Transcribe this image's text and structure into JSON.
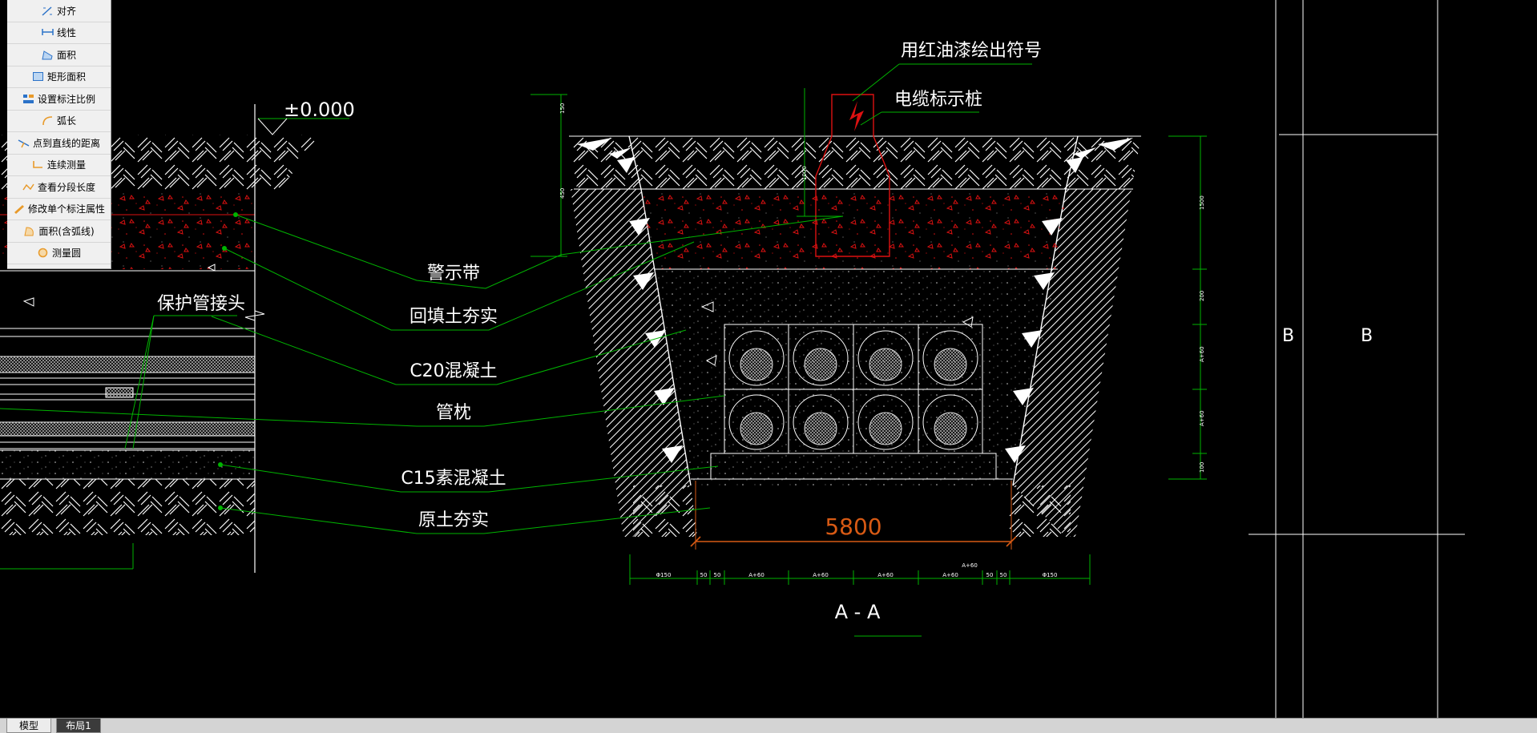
{
  "toolbar": {
    "items": [
      {
        "label": "对齐",
        "icon": "align-dimension-icon"
      },
      {
        "label": "线性",
        "icon": "linear-dimension-icon"
      },
      {
        "label": "面积",
        "icon": "area-icon"
      },
      {
        "label": "矩形面积",
        "icon": "rectangle-area-icon"
      },
      {
        "label": "设置标注比例",
        "icon": "dimension-scale-icon"
      },
      {
        "label": "弧长",
        "icon": "arc-length-icon"
      },
      {
        "label": "点到直线的距离",
        "icon": "point-line-distance-icon"
      },
      {
        "label": "连续测量",
        "icon": "continuous-measure-icon"
      },
      {
        "label": "查看分段长度",
        "icon": "segment-length-icon"
      },
      {
        "label": "修改单个标注属性",
        "icon": "edit-dimension-icon"
      },
      {
        "label": "面积(含弧线)",
        "icon": "area-arc-icon"
      },
      {
        "label": "测量圆",
        "icon": "measure-circle-icon"
      }
    ]
  },
  "drawing": {
    "elevation": "±0.000",
    "labels": {
      "warning_tape": "警示带",
      "backfill": "回填土夯实",
      "c20": "C20混凝土",
      "pipe_pillow": "管枕",
      "c15": "C15素混凝土",
      "original_soil": "原土夯实",
      "protect_joint": "保护管接头",
      "red_paint": "用红油漆绘出符号",
      "cable_marker": "电缆标示桩"
    },
    "section_title": "A - A",
    "total_width": "5800",
    "side_labels": [
      "B",
      "B"
    ],
    "bottom_dims": [
      "Φ150",
      "50",
      "50",
      "A+60",
      "A+60",
      "A+60",
      "A+60",
      "A+60",
      "50",
      "50",
      "Φ150"
    ],
    "left_dims": [
      "150",
      "450"
    ],
    "right_dims": [
      "1500",
      "200",
      "A+60",
      "A+60",
      "100"
    ],
    "marker_dim": "1000",
    "colors": {
      "background": "#000000",
      "leader": "#00b400",
      "outline": "#ffffff",
      "red": "#dd1111",
      "orange_dim": "#d85a14"
    }
  },
  "tabs": {
    "model": "模型",
    "layout1": "布局1"
  }
}
